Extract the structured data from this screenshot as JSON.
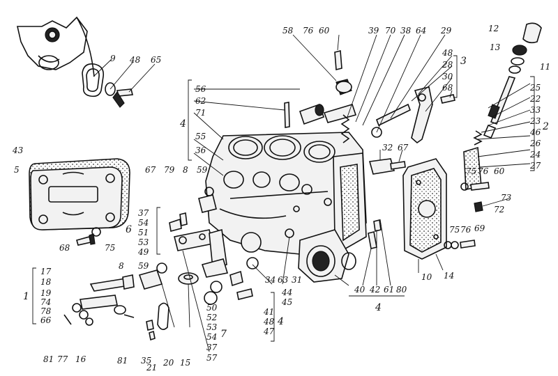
{
  "diagram": {
    "labels_top_left": [
      "9",
      "48",
      "65"
    ],
    "labels_top_center": [
      "58",
      "76",
      "60",
      "39",
      "70",
      "38",
      "64",
      "29",
      "48",
      "28",
      "30",
      "68",
      "3"
    ],
    "labels_top_right": [
      "12",
      "13",
      "11",
      "25",
      "22",
      "33",
      "23",
      "46",
      "26",
      "24",
      "27",
      "2"
    ],
    "labels_left_group": [
      "4",
      "56",
      "62",
      "71",
      "55",
      "36"
    ],
    "labels_cover": [
      "43",
      "5",
      "68",
      "75"
    ],
    "labels_mid_left": [
      "67",
      "79",
      "8",
      "59"
    ],
    "labels_group6": [
      "6",
      "37",
      "54",
      "51",
      "53",
      "49"
    ],
    "labels_group1": [
      "1",
      "17",
      "18",
      "19",
      "74",
      "78",
      "66"
    ],
    "labels_bottom_left": [
      "8",
      "59",
      "81",
      "77",
      "16",
      "81",
      "35",
      "21",
      "20",
      "15",
      "57",
      "37",
      "54",
      "53",
      "52",
      "50",
      "7"
    ],
    "labels_bottom_center": [
      "34",
      "63",
      "31",
      "44",
      "45",
      "41",
      "48",
      "47",
      "4"
    ],
    "labels_bottom_right": [
      "40",
      "42",
      "61",
      "80",
      "4",
      "10",
      "14"
    ],
    "labels_right_group": [
      "32",
      "67",
      "75",
      "76",
      "60",
      "73",
      "72",
      "75",
      "76",
      "69"
    ]
  }
}
